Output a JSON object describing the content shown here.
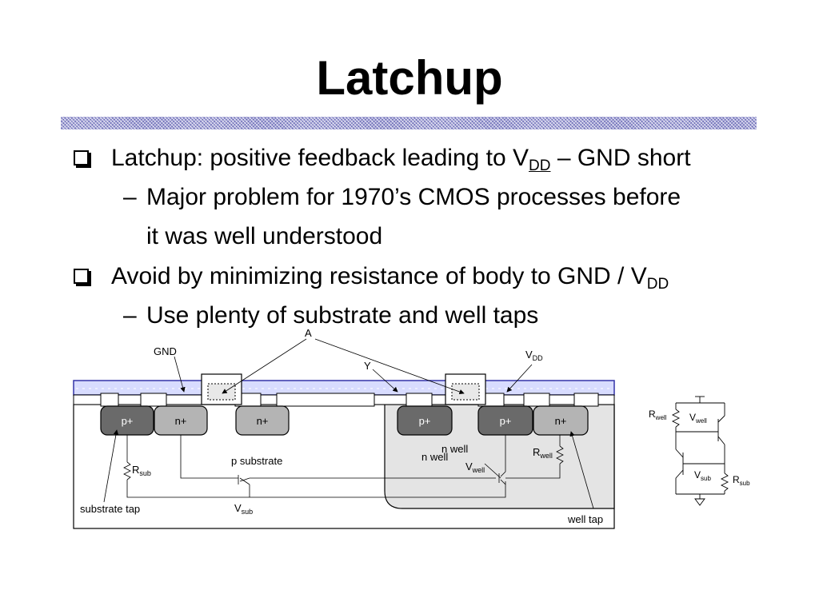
{
  "title": "Latchup",
  "bullets": [
    {
      "text": "Latchup: positive feedback leading to V",
      "sub": "DD",
      "after": " – GND short"
    },
    {
      "text": "Major problem for 1970’s CMOS processes before"
    },
    {
      "text": "it was well understood"
    },
    {
      "text": "Avoid by minimizing resistance of body to GND / V",
      "sub": "DD"
    },
    {
      "text": "Use plenty of substrate and well taps"
    }
  ],
  "bullet_marks": {
    "square": "checkbox-square-icon",
    "dash": "–"
  },
  "cross_section": {
    "label_a": "A",
    "label_gnd": "GND",
    "label_y": "Y",
    "label_vdd": "V",
    "label_vdd_sub": "DD",
    "diff_p1": "p+",
    "diff_n1": "n+",
    "diff_n2": "n+",
    "diff_p2": "p+",
    "diff_p3": "p+",
    "diff_n3": "n+",
    "n_well_1": "n well",
    "n_well_2": "n well",
    "p_substrate": "p substrate",
    "r_sub": "R",
    "r_sub_sub": "sub",
    "r_well": "R",
    "r_well_sub": "well",
    "v_well": "V",
    "v_well_sub": "well",
    "v_sub": "V",
    "v_sub_sub": "sub",
    "substrate_tap": "substrate tap",
    "well_tap": "well tap"
  },
  "schematic": {
    "r_well": "R",
    "r_well_sub": "well",
    "v_well": "V",
    "v_well_sub": "well",
    "v_sub": "V",
    "v_sub_sub": "sub",
    "r_sub": "R",
    "r_sub_sub": "sub"
  },
  "colors": {
    "metal": "#d8dcff",
    "metal_border": "#3434a8",
    "p_diff": "#6a6a6a",
    "n_diff": "#b4b4b4",
    "n_well": "#e4e4e4",
    "rule": "#a9a9d9"
  }
}
